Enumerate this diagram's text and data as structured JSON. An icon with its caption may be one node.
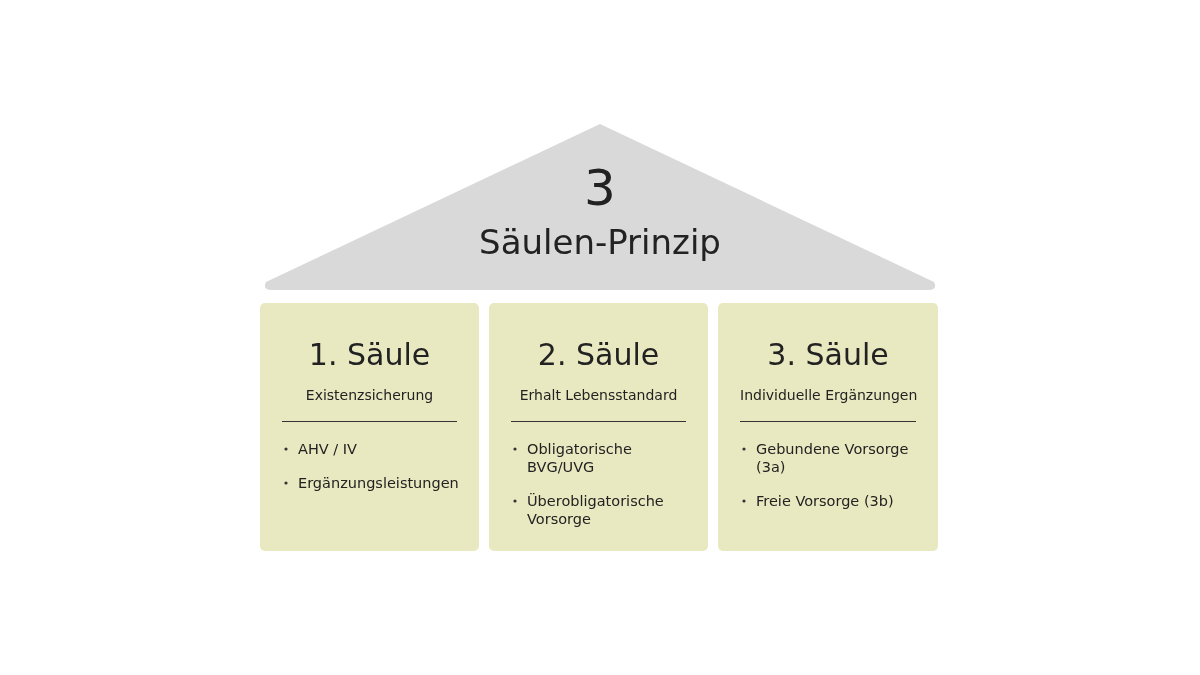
{
  "diagram": {
    "nodes": [
      {
        "text": [
          "3",
          "Säulen-Prinzip"
        ]
      },
      {
        "text": [
          "1. Säule",
          "Existenzsicherung",
          "AHV / IV",
          "Ergänzungsleistungen"
        ]
      },
      {
        "text": [
          "2. Säule",
          "Erhalt Lebensstandard",
          "Obligatorische BVG/UVG",
          "Überobligatorische Vorsorge"
        ]
      },
      {
        "text": [
          "3. Säule",
          "Individuelle Ergänzungen",
          "Gebundene Vorsorge (3a)",
          "Freie Vorsorge (3b)"
        ]
      }
    ]
  }
}
